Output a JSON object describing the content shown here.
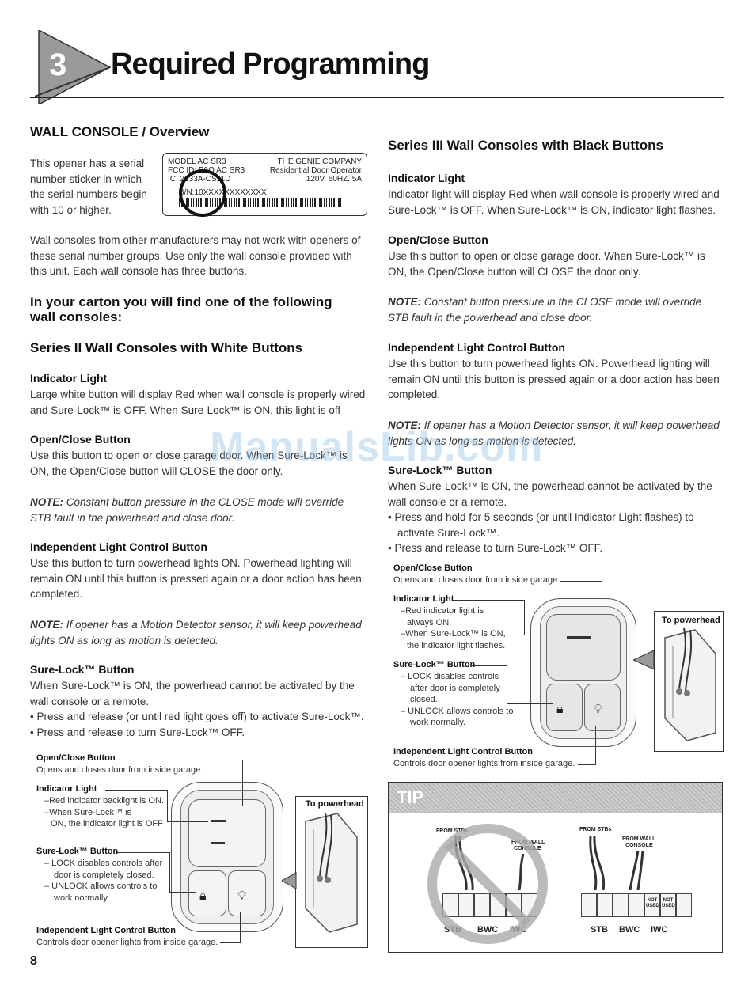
{
  "header": {
    "section_number": "3",
    "title": "Required Programming"
  },
  "left": {
    "overview_heading": "WALL CONSOLE / Overview",
    "intro_lines": [
      "This opener has a serial",
      "number sticker in which",
      "the serial numbers begin",
      "with 10 or higher."
    ],
    "sticker": {
      "model": "MODEL AC SR3",
      "company": "THE GENIE COMPANY",
      "fcc": "FCC ID: B8Q AC SR3",
      "operator": "Residential Door Operator",
      "ic": "IC: 2133A-CS11D",
      "power": "120V. 60HZ. 5A",
      "serial": "S/N:10XXXXXXXXXXXX"
    },
    "compat_text": "Wall consoles from other manufacturers may not work with openers of these serial number groups. Use only the wall console provided with this unit. Each wall console has three buttons.",
    "carton_heading": "In your carton you will find one of the following wall consoles:",
    "series2_heading": "Series II Wall Consoles with White Buttons",
    "indicator_heading": "Indicator Light",
    "indicator_text": "Large white button will display Red when wall console is properly wired and Sure-Lock™ is OFF. When Sure-Lock™ is ON, this light is off",
    "openclose_heading": "Open/Close Button",
    "openclose_text": "Use this button to open or close garage door. When Sure-Lock™ is ON, the Open/Close button will CLOSE the door only.",
    "note1_label": "NOTE:",
    "note1_text": " Constant button pressure in the CLOSE mode will override STB fault in the powerhead and close door.",
    "light_heading": "Independent Light Control Button",
    "light_text": "Use this button to turn powerhead lights ON. Powerhead lighting will remain ON until this button is pressed again or a door action has been completed.",
    "note2_label": "NOTE:",
    "note2_text": " If opener has a Motion Detector sensor, it will keep powerhead lights ON as long as motion is detected.",
    "surelock_heading": "Sure-Lock™ Button",
    "surelock_text": "When Sure-Lock™ is ON, the powerhead cannot be activated by the wall console or a remote.",
    "surelock_bullets": [
      "• Press and release (or until red light goes off) to activate Sure-Lock™.",
      "• Press and release to turn Sure-Lock™ OFF."
    ],
    "diagram": {
      "oc_title": "Open/Close Button",
      "oc_desc": "Opens and closes door from inside garage.",
      "ind_title": "Indicator Light",
      "ind_lines": [
        "–Red indicator backlight is ON.",
        "–When Sure-Lock™ is",
        "ON, the indicator light is OFF"
      ],
      "sl_title": "Sure-Lock™ Button",
      "sl_lines": [
        "– LOCK disables controls after",
        "door is completely closed.",
        "– UNLOCK allows controls to",
        "work normally."
      ],
      "il_title": "Independent Light Control Button",
      "il_desc": "Controls door opener lights from inside garage.",
      "to_powerhead": "To powerhead"
    }
  },
  "right": {
    "series3_heading": "Series III Wall Consoles with Black Buttons",
    "indicator_heading": "Indicator Light",
    "indicator_text": "Indicator light will display Red when wall console is properly wired and Sure-Lock™ is OFF. When Sure-Lock™ is ON, indicator light flashes.",
    "openclose_heading": "Open/Close Button",
    "openclose_text": "Use this button to open or close garage door. When Sure-Lock™ is ON, the Open/Close button will CLOSE the door only.",
    "note1_label": "NOTE:",
    "note1_text": " Constant button pressure in the CLOSE mode will override STB fault in the powerhead and close door.",
    "light_heading": "Independent Light Control Button",
    "light_text": "Use this button to turn powerhead lights ON. Powerhead lighting will remain ON until this button is pressed again or a door action has been completed.",
    "note2_label": "NOTE:",
    "note2_text": " If opener has a Motion Detector sensor, it will keep powerhead lights ON as long as motion is detected.",
    "surelock_heading": "Sure-Lock™ Button",
    "surelock_text": "When Sure-Lock™ is ON, the powerhead cannot be activated by the wall console or a remote.",
    "surelock_bullets": [
      "• Press and hold for 5 seconds (or until Indicator Light flashes) to activate Sure-Lock™.",
      "• Press and release to turn Sure-Lock™ OFF."
    ],
    "diagram": {
      "oc_title": "Open/Close Button",
      "oc_desc": "Opens and closes door from inside garage.",
      "ind_title": "Indicator Light",
      "ind_lines": [
        "–Red indicator light is",
        "always ON.",
        "–When Sure-Lock™ is ON,",
        "the indicator light flashes."
      ],
      "sl_title": "Sure-Lock™ Button",
      "sl_lines": [
        "– LOCK disables controls",
        "after door is completely",
        "closed.",
        "– UNLOCK allows controls to",
        "work normally."
      ],
      "il_title": "Independent Light Control Button",
      "il_desc": "Controls door opener lights from inside garage.",
      "to_powerhead": "To powerhead"
    },
    "tip": {
      "label": "TIP",
      "from_stbs": "FROM STBs",
      "from_wall": "FROM WALL",
      "console": "CONSOLE",
      "not_used": "NOT",
      "used": "USED",
      "terminals": [
        "STB",
        "BWC",
        "IWC"
      ]
    }
  },
  "footer": {
    "page_number": "8"
  },
  "watermark": "ManualsLib.com"
}
